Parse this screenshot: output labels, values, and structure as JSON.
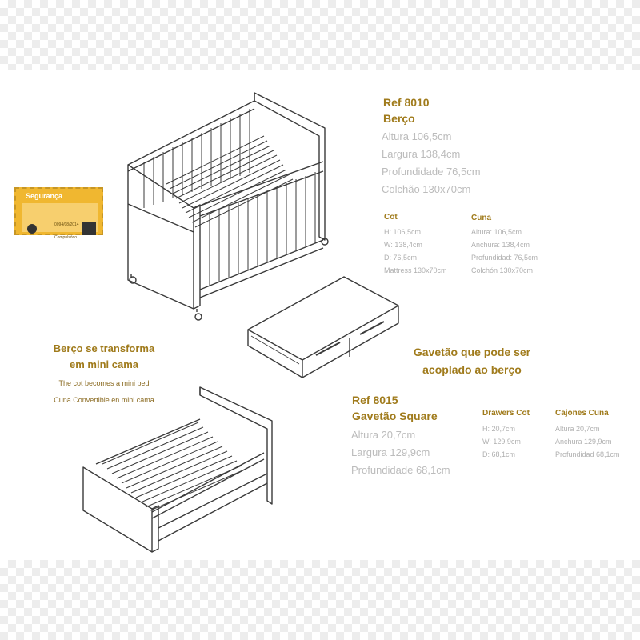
{
  "crib": {
    "ref": "Ref 8010",
    "name": "Berço",
    "specs": [
      "Altura 106,5cm",
      "Largura 138,4cm",
      "Profundidade 76,5cm",
      "Colchão 130x70cm"
    ],
    "cot": {
      "heading": "Cot",
      "lines": [
        "H: 106,5cm",
        "W: 138,4cm",
        "D: 76,5cm",
        "Mattress 130x70cm"
      ]
    },
    "cuna": {
      "heading": "Cuna",
      "lines": [
        "Altura: 106,5cm",
        "Anchura: 138,4cm",
        "Profundidad: 76,5cm",
        "Colchón 130x70cm"
      ]
    }
  },
  "seal": {
    "title": "Segurança",
    "code": "0094/08/2014",
    "label": "Compulsório",
    "logos": [
      "certification-logo",
      "inmetro-logo"
    ]
  },
  "transform": {
    "line1": "Berço se transforma",
    "line2": "em mini cama",
    "english": "The cot becomes a mini bed",
    "spanish": "Cuna Convertible en mini cama"
  },
  "drawer_caption": {
    "line1": "Gavetão que pode ser",
    "line2": "acoplado ao berço"
  },
  "drawer": {
    "ref": "Ref 8015",
    "name": "Gavetão Square",
    "specs": [
      "Altura 20,7cm",
      "Largura 129,9cm",
      "Profundidade 68,1cm"
    ],
    "drawers_cot": {
      "heading": "Drawers Cot",
      "lines": [
        "H: 20,7cm",
        "W: 129,9cm",
        "D: 68,1cm"
      ]
    },
    "cajones": {
      "heading": "Cajones Cuna",
      "lines": [
        "Altura 20,7cm",
        "Anchura 129,9cm",
        "Profundidad 68,1cm"
      ]
    }
  },
  "colors": {
    "accent": "#a07b1c",
    "muted_text": "#bcbcbc",
    "seal": "#f0b730",
    "line_art": "#3a3a3a"
  }
}
